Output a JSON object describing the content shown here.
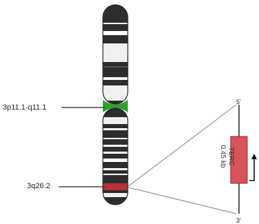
{
  "chromosome": {
    "centromere_label": "3p11.1-q11.1",
    "highlight_band_label": "3q26.2",
    "colors": {
      "dark": "#2d2d2d",
      "light": "#ffffff",
      "centromere": "#2e9e2e",
      "highlight": "#b83038"
    }
  },
  "gene": {
    "name": "TERC",
    "size": "0.45 kb",
    "five_prime": "5'",
    "three_prime": "3'",
    "color": "#d9535a"
  }
}
